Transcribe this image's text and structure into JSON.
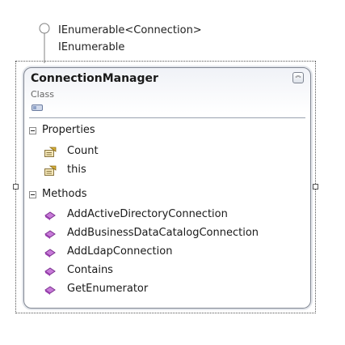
{
  "interfaces": [
    {
      "label": "IEnumerable<Connection>"
    },
    {
      "label": "IEnumerable"
    }
  ],
  "class": {
    "name": "ConnectionManager",
    "stereotype": "Class",
    "collapse_glyph": "︽"
  },
  "properties": {
    "label": "Properties",
    "items": [
      {
        "label": "Count",
        "icon": "property-icon"
      },
      {
        "label": "this",
        "icon": "property-icon"
      }
    ]
  },
  "methods": {
    "label": "Methods",
    "items": [
      {
        "label": "AddActiveDirectoryConnection",
        "icon": "method-icon"
      },
      {
        "label": "AddBusinessDataCatalogConnection",
        "icon": "method-icon"
      },
      {
        "label": "AddLdapConnection",
        "icon": "method-icon"
      },
      {
        "label": "Contains",
        "icon": "method-icon"
      },
      {
        "label": "GetEnumerator",
        "icon": "method-icon"
      }
    ]
  },
  "colors": {
    "method_icon": "#b04ac8",
    "property_icon": "#d9b23a",
    "border": "#7f8591"
  }
}
